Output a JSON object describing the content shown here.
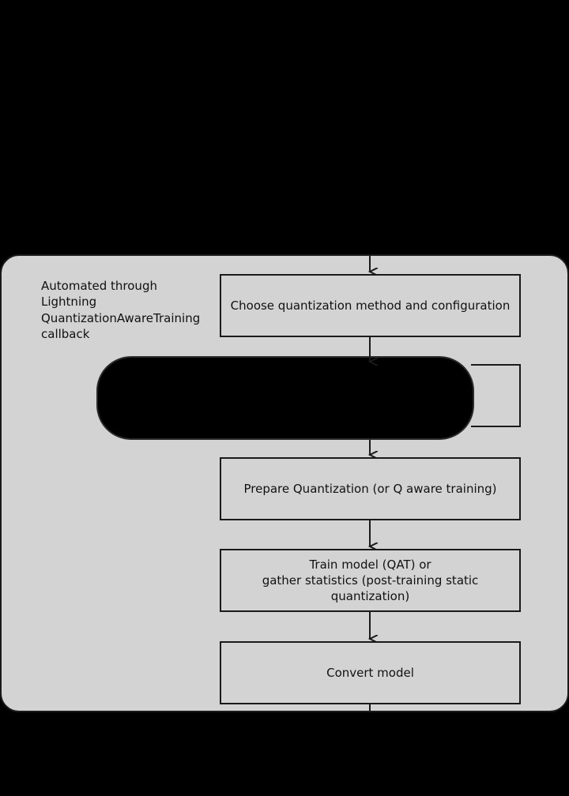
{
  "note": {
    "lines": [
      "Automated through Lightning",
      "QuantizationAwareTraining",
      "callback"
    ]
  },
  "steps": {
    "choose": "Choose quantization method and configuration",
    "prepare": "Prepare Quantization (or Q aware training)",
    "train_line1": "Train model (QAT) or",
    "train_line2": "gather statistics (post-training static quantization)",
    "convert": "Convert model"
  },
  "colors": {
    "background": "#000000",
    "panel": "#d3d3d3",
    "stroke": "#1a1a1a"
  }
}
